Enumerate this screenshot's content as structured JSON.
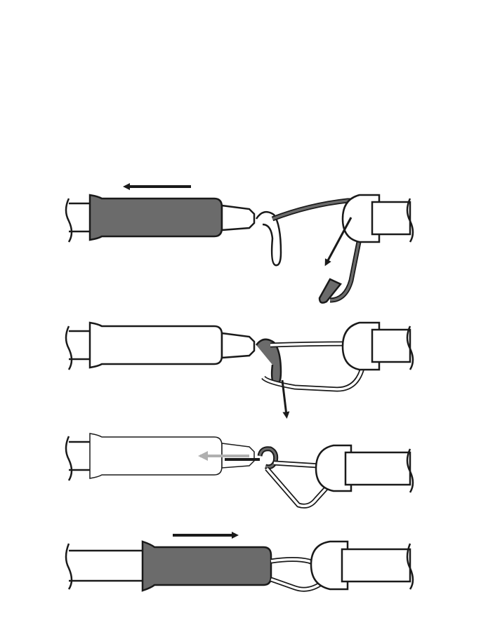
{
  "colors": {
    "background": "#ffffff",
    "outline": "#1a1a1a",
    "sleeve_dark": "#6b6b6b",
    "sleeve_light": "#ffffff",
    "cord_dark": "#6b6b6b",
    "arrow_dark": "#1a1a1a",
    "arrow_light": "#b0b0b0"
  },
  "steps": [
    {
      "step": 1,
      "sleeve": "dark",
      "cord": "dark",
      "arrow": "left"
    },
    {
      "step": 2,
      "sleeve": "light",
      "cord": "light",
      "arrow": "down"
    },
    {
      "step": 3,
      "sleeve": "light",
      "cord": "light",
      "arrow": "left-light"
    },
    {
      "step": 4,
      "sleeve": "dark",
      "cord": "light",
      "arrow": "right"
    }
  ]
}
